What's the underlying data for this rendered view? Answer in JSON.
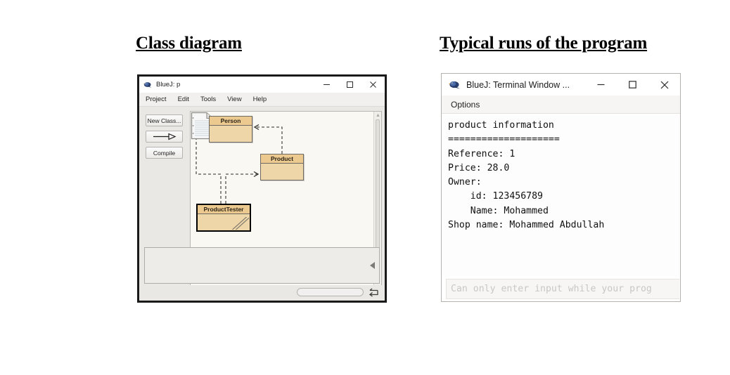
{
  "headings": {
    "left": "Class diagram",
    "right": "Typical runs of the program"
  },
  "bluej_window": {
    "title": "BlueJ: p",
    "logo_icon": "bluej-bird-icon",
    "menubar": [
      "Project",
      "Edit",
      "Tools",
      "View",
      "Help"
    ],
    "window_controls": {
      "minimize": "minimize-icon",
      "maximize": "maximize-icon",
      "close": "close-icon"
    },
    "tools": {
      "new_class": "New Class...",
      "arrow": "arrow-tool-icon",
      "compile": "Compile"
    },
    "collapse_handle_icon": "triangle-up-icon",
    "readme_icon": "readme-document-icon",
    "diagram": {
      "classes": [
        {
          "name": "Person",
          "state": "compiled",
          "selected": false
        },
        {
          "name": "Product",
          "state": "compiled",
          "selected": false
        },
        {
          "name": "ProductTester",
          "state": "uncompiled",
          "selected": true
        }
      ],
      "dependencies": [
        {
          "from": "ProductTester",
          "to": "Person",
          "type": "dashed"
        },
        {
          "from": "ProductTester",
          "to": "Product",
          "type": "dashed"
        },
        {
          "from": "Product",
          "to": "Person",
          "type": "dashed"
        }
      ],
      "colors": {
        "class_header": "#ebc98f",
        "class_body": "#eed6a8",
        "class_border": "#6e6a63",
        "selected_border": "#000000",
        "canvas": "#faf8f3"
      }
    },
    "object_bench": {
      "arrow_icon": "bench-collapse-icon"
    },
    "status_bar": {
      "progress_icon": "progress-bar",
      "recompile_icon": "recompile-arrow-icon"
    },
    "scrollbars": {
      "up_arrow": "▲",
      "down_arrow": "▼",
      "left_arrow": "◀",
      "right_arrow": "▶"
    }
  },
  "terminal_window": {
    "title": "BlueJ: Terminal Window ...",
    "logo_icon": "bluej-bird-icon",
    "menubar": [
      "Options"
    ],
    "window_controls": {
      "minimize": "minimize-icon",
      "maximize": "maximize-icon",
      "close": "close-icon"
    },
    "output": "product information\n====================\nReference: 1\nPrice: 28.0\nOwner:\n    id: 123456789\n    Name: Mohammed\nShop name: Mohammed Abdullah",
    "input_placeholder": "Can only enter input while your prog"
  }
}
